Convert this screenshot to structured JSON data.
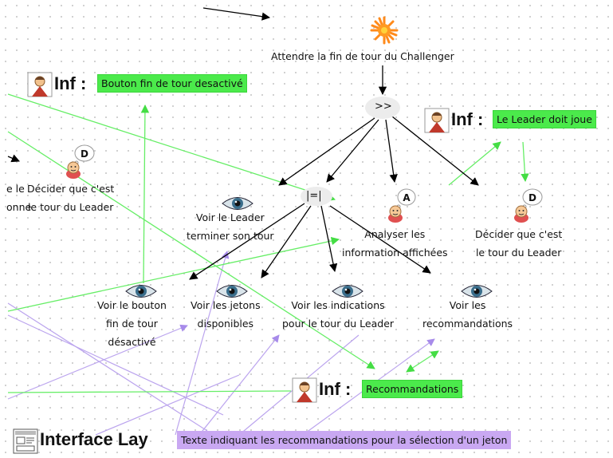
{
  "root_task": "Attendre la fin de tour du Challenger",
  "operators": {
    "sequence": ">>",
    "interleave": "|=|"
  },
  "tasks": {
    "decider_left": [
      "Décider que c'est",
      "le tour du Leader"
    ],
    "partial_left": [
      "e le",
      "onne"
    ],
    "voir_leader": [
      "Voir le Leader",
      "terminer son tour"
    ],
    "analyser": [
      "Analyser les",
      "information affichées"
    ],
    "decider_right": [
      "Décider que c'est",
      "le tour du Leader"
    ],
    "voir_bouton": [
      "Voir le bouton",
      "fin de tour",
      "désactivé"
    ],
    "voir_jetons": [
      "Voir les jetons",
      "disponibles"
    ],
    "voir_indications": [
      "Voir les indications",
      "pour le tour du Leader"
    ],
    "voir_recommandations": [
      "Voir les",
      "recommandations"
    ]
  },
  "info_objects": {
    "title": "Inf :",
    "bouton": "Bouton fin de tour desactivé",
    "leader": "Le Leader doit joue",
    "recommandations": "Recommandations"
  },
  "interface_layer": {
    "title": "Interface Lay",
    "text": "Texte indiquant les recommandations pour la sélection d'un jeton"
  },
  "badges": {
    "decision": "D",
    "analysis": "A"
  },
  "colors": {
    "info_green": "#4bea4b",
    "ui_purple": "#c9a8f2",
    "green_line": "#66ee66",
    "purple_line": "#bba4ee"
  }
}
